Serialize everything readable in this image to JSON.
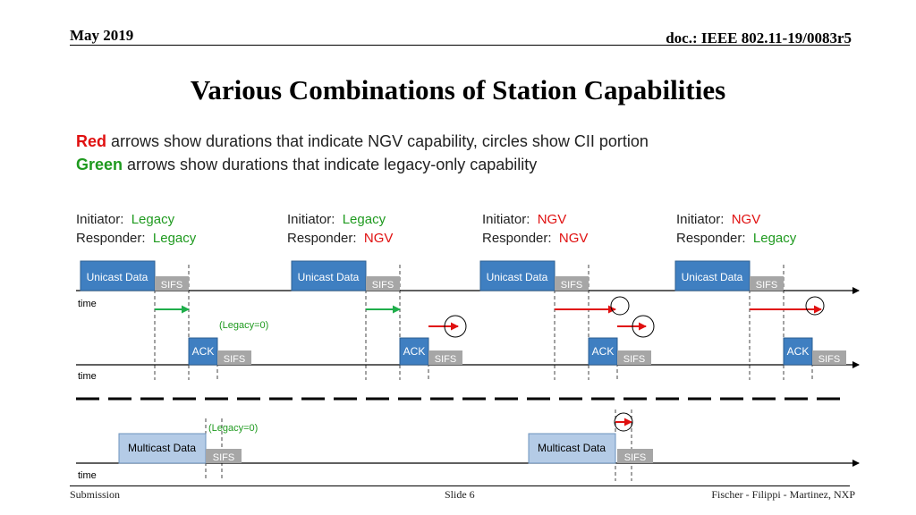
{
  "header": {
    "date": "May 2019",
    "doc": "doc.: IEEE 802.11-19/0083r5"
  },
  "title": "Various Combinations of Station Capabilities",
  "legend": {
    "red_word": "Red",
    "red_text": " arrows show durations that indicate NGV capability, circles show CII portion",
    "green_word": "Green",
    "green_text": " arrows show durations that indicate legacy-only capability"
  },
  "scenarios": [
    {
      "init_label": "Initiator:",
      "init_value": "Legacy",
      "resp_label": "Responder:",
      "resp_value": "Legacy"
    },
    {
      "init_label": "Initiator:",
      "init_value": "Legacy",
      "resp_label": "Responder:",
      "resp_value": "NGV"
    },
    {
      "init_label": "Initiator:",
      "init_value": "NGV",
      "resp_label": "Responder:",
      "resp_value": "NGV"
    },
    {
      "init_label": "Initiator:",
      "init_value": "NGV",
      "resp_label": "Responder:",
      "resp_value": "Legacy"
    }
  ],
  "diagram": {
    "unicast_label": "Unicast Data",
    "ack_label": "ACK",
    "sifs_label": "SIFS",
    "multicast_label": "Multicast Data",
    "time_label": "time",
    "legacy_zero": "(Legacy=0)"
  },
  "colors": {
    "box_blue": "#3f7fc1",
    "box_light": "#b4cbe6",
    "sifs_gray": "#a6a6a6",
    "red": "#e01010",
    "green": "#1fae4b"
  },
  "footer": {
    "left": "Submission",
    "center": "Slide 6",
    "right": "Fischer - Filippi - Martinez, NXP"
  }
}
